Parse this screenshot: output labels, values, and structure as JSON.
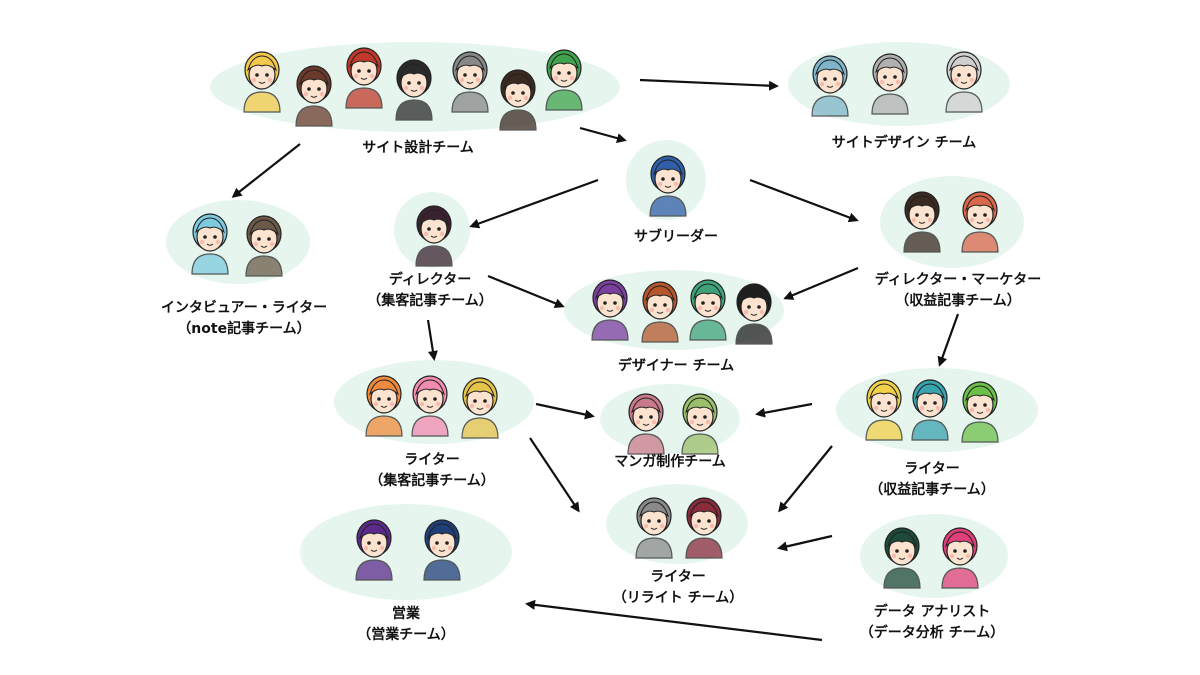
{
  "teams": {
    "site_design": {
      "line1": "サイト設計チーム",
      "member_colors": [
        "#f2c94c",
        "#6b3a2a",
        "#c0392b",
        "#2b2b2b",
        "#888888",
        "#3b2a20",
        "#3fa34d"
      ]
    },
    "site_visual": {
      "line1": "サイトデザイン チーム",
      "member_colors": [
        "#7fb5c9",
        "#b0b0b0",
        "#cfcfcf"
      ]
    },
    "sub_leader": {
      "line1": "サブリーダー",
      "member_colors": [
        "#2f5fa8"
      ]
    },
    "director_traffic": {
      "line1": "ディレクター",
      "line2": "（集客記事チーム）",
      "member_colors": [
        "#3a2230"
      ]
    },
    "director_revenue": {
      "line1": "ディレクター・マーケター",
      "line2": "（収益記事チーム）",
      "member_colors": [
        "#3b2a20",
        "#d9674a"
      ]
    },
    "interviewer": {
      "line1": "インタビュアー・ライター",
      "line2": "（note記事チーム）",
      "member_colors": [
        "#7ecbe0",
        "#6b5a48"
      ]
    },
    "designer": {
      "line1": "デザイナー チーム",
      "member_colors": [
        "#7b3fa0",
        "#b5562d",
        "#3fa37a",
        "#1e1e1e"
      ]
    },
    "writer_traffic": {
      "line1": "ライター",
      "line2": "（集客記事チーム）",
      "member_colors": [
        "#f08a3c",
        "#f28bb0",
        "#e6c34a"
      ]
    },
    "writer_revenue": {
      "line1": "ライター",
      "line2": "（収益記事チーム）",
      "member_colors": [
        "#f2d04a",
        "#3aa3b0",
        "#6cc04a"
      ]
    },
    "manga": {
      "line1": "マンガ制作チーム",
      "member_colors": [
        "#c97a8a",
        "#9bbf6a"
      ]
    },
    "writer_rewrite": {
      "line1": "ライター",
      "line2": "（リライト チーム）",
      "member_colors": [
        "#8a8a8a",
        "#8a2a3a"
      ]
    },
    "sales": {
      "line1": "営業",
      "line2": "（営業チーム）",
      "member_colors": [
        "#5b2a8a",
        "#1f3f7a"
      ]
    },
    "data_analyst": {
      "line1": "データ アナリスト",
      "line2": "（データ分析 チーム）",
      "member_colors": [
        "#1e4a3a",
        "#e0407a"
      ]
    }
  },
  "palette": {
    "blob": "#e6f6ee",
    "arrow": "#111111",
    "skin": "#fbe3cf"
  }
}
